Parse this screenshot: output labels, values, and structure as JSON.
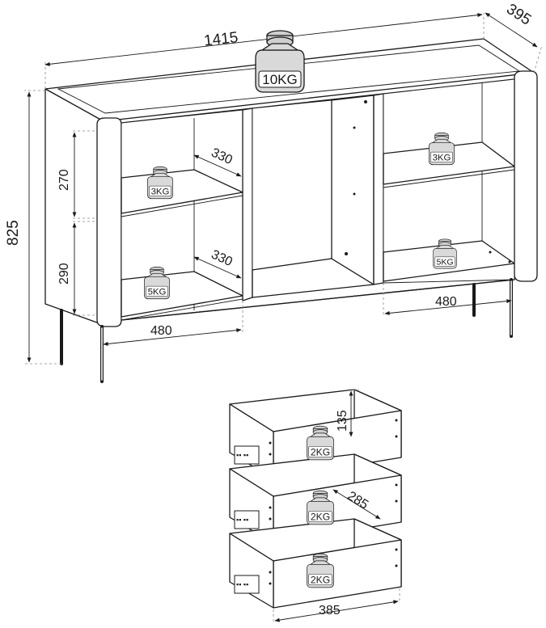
{
  "dimensions": {
    "width": "1415",
    "depth": "395",
    "height": "825",
    "upper_shelf_height": "270",
    "lower_shelf_height": "290",
    "left_shelf_depth_upper": "330",
    "left_shelf_depth_lower": "330",
    "left_compartment_width": "480",
    "right_compartment_width": "480",
    "drawer_height": "135",
    "drawer_depth": "285",
    "drawer_width": "385"
  },
  "load_labels": {
    "top": "10KG",
    "left_upper_shelf": "3KG",
    "left_lower_shelf": "5KG",
    "right_upper_shelf": "3KG",
    "right_lower_shelf": "5KG",
    "drawer_1": "2KG",
    "drawer_2": "2KG",
    "drawer_3": "2KG"
  }
}
